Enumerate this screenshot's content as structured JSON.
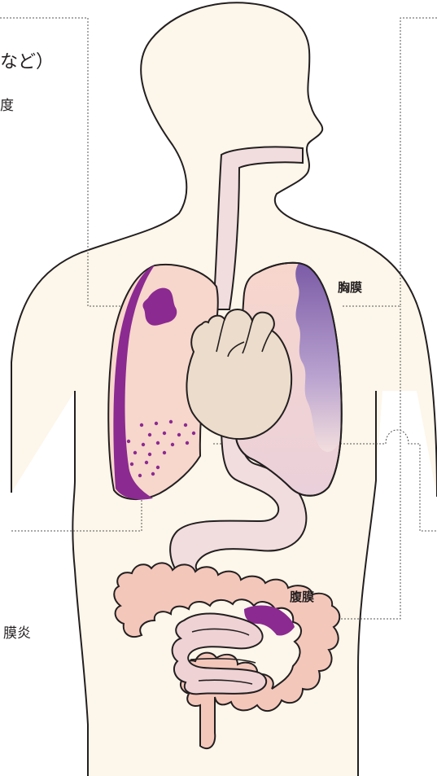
{
  "labels": {
    "top_left_heading": "など）",
    "top_left_sub": "度",
    "pleura": "胸膜",
    "peritoneum": "腹膜",
    "bottom_left_fragment": "膜炎"
  },
  "colors": {
    "body_fill": "#fdf6ea",
    "outline": "#231f20",
    "lung_fill": "#f7d6cc",
    "disease_purple": "#8b2a91",
    "pleura_purple": "#7a5aa6",
    "heart_fill": "#ecdccb",
    "esophagus_fill": "#f1dcde",
    "intestine_fill": "#f4c7bb",
    "small_intestine_fill": "#efd3d4",
    "leader_line": "#555555"
  }
}
